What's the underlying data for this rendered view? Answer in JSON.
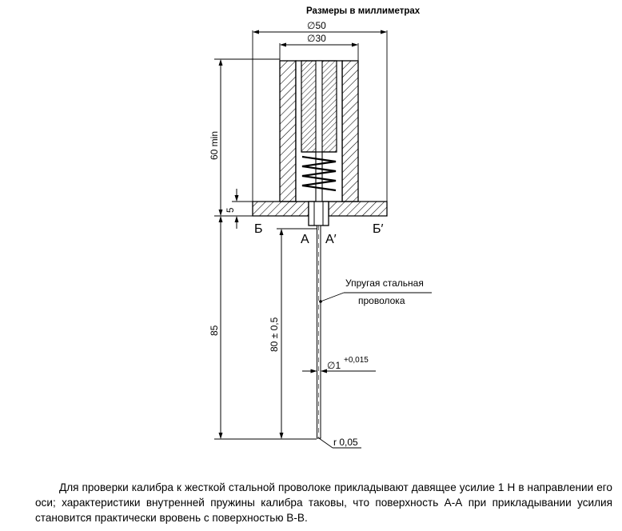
{
  "units_note": "Размеры в миллиметрах",
  "dimensions": {
    "outer_diameter": "∅50",
    "inner_diameter": "∅30",
    "height_min": "60 min",
    "flange_thickness": "5",
    "total_length": "85",
    "wire_length": "80 ± 0,5",
    "wire_diameter": "∅1",
    "wire_tolerance": "+0,015",
    "tip_radius": "r 0,05"
  },
  "labels": {
    "plane_left": "Б",
    "plane_right": "Б′",
    "surface_left": "А",
    "surface_right": "А′",
    "wire_label_line1": "Упругая стальная",
    "wire_label_line2": "проволока"
  },
  "caption": "Для проверки калибра к жесткой стальной проволоке прикладывают давящее усилие 1 Н в направлении его оси; характеристики внутренней пружины калибра таковы, что поверхность А-А при прикладывании усилия становится практически вровень с поверхностью В-В."
}
